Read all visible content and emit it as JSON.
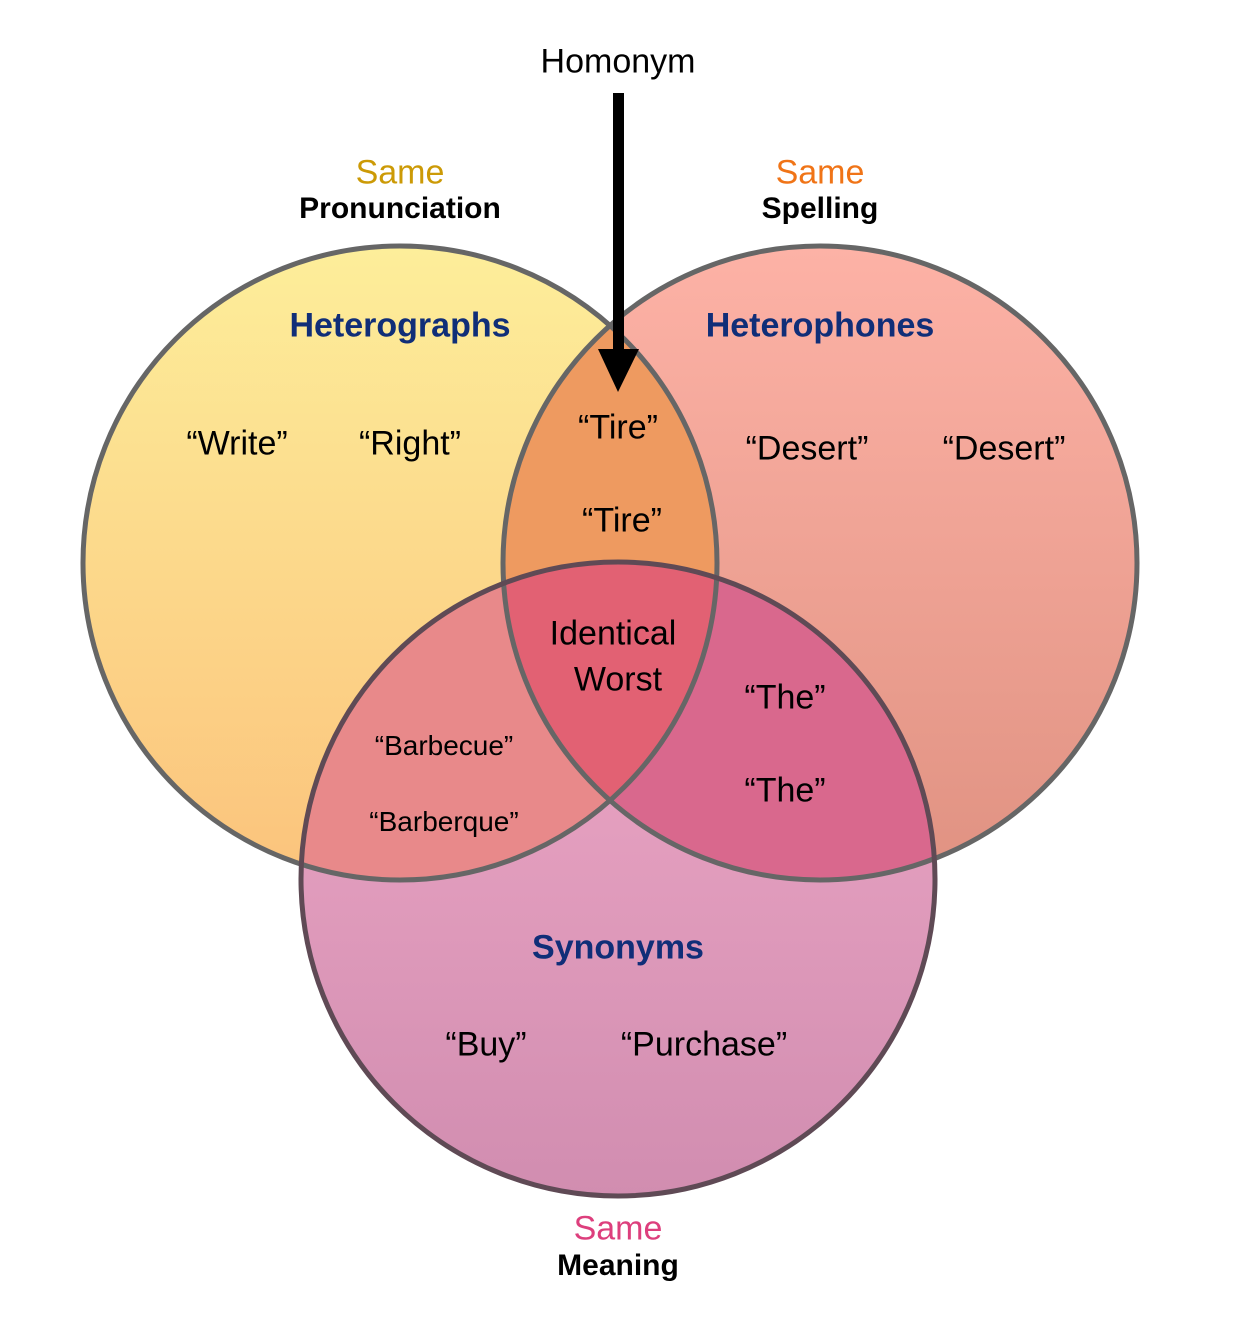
{
  "title": "Homonym",
  "colors": {
    "same_pronunciation": "#cc9a06",
    "same_spelling": "#f07417",
    "same_meaning": "#dd3f7d",
    "set_name": "#102e78",
    "outline": "#666666"
  },
  "circles": {
    "pronunciation": {
      "same": "Same",
      "property": "Pronunciation"
    },
    "spelling": {
      "same": "Same",
      "property": "Spelling"
    },
    "meaning": {
      "same": "Same",
      "property": "Meaning"
    }
  },
  "regions": {
    "heterographs": {
      "name": "Heterographs",
      "words": [
        "“Write”",
        "“Right”"
      ]
    },
    "heterophones": {
      "name": "Heterophones",
      "words": [
        "“Desert”",
        "“Desert”"
      ]
    },
    "synonyms": {
      "name": "Synonyms",
      "words": [
        "“Buy”",
        "“Purchase”"
      ]
    },
    "homonym": {
      "words": [
        "“Tire”",
        "“Tire”"
      ]
    },
    "pron_meaning": {
      "words": [
        "“Barbecue”",
        "“Barberque”"
      ]
    },
    "spell_meaning": {
      "words": [
        "“The”",
        "“The”"
      ]
    },
    "center": {
      "line1": "Identical",
      "line2": "Worst"
    }
  }
}
